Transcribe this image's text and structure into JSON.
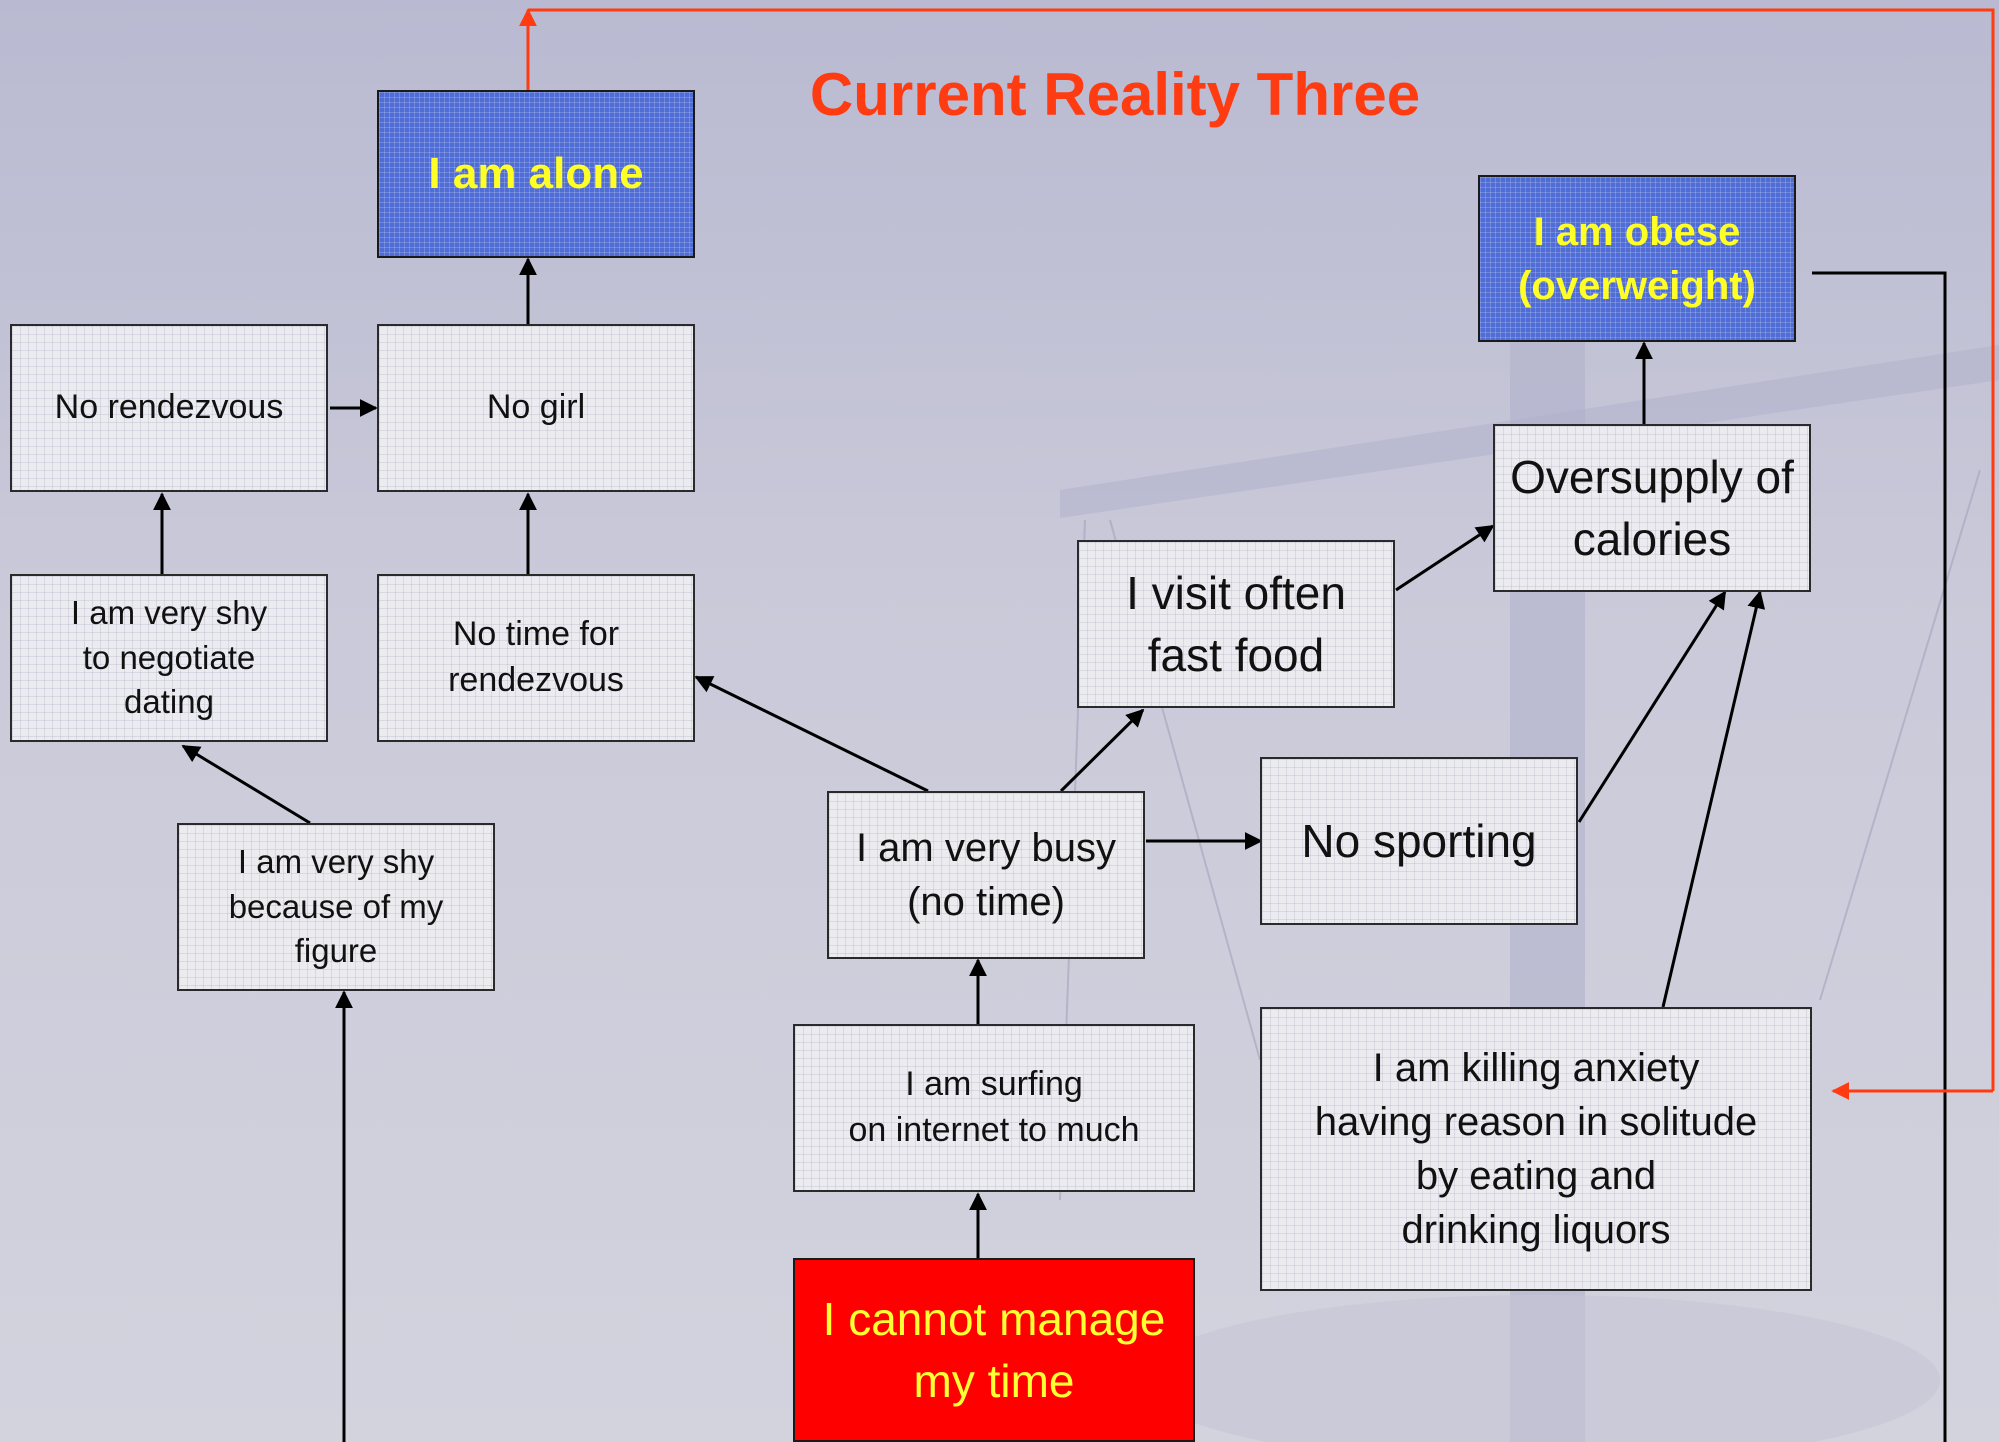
{
  "title": "Current Reality Three",
  "colors": {
    "title": "#ff3b12",
    "root_box": "#ff0000",
    "effect_box": "#4f6dd4",
    "feedback_arrow": "#ff3b12"
  },
  "nodes": {
    "alone": "I am alone",
    "obese": "I am obese\n(overweight)",
    "no_rendezvous": "No rendezvous",
    "no_girl": "No girl",
    "oversupply": "Oversupply of\ncalories",
    "fast_food": "I visit often\nfast food",
    "shy_dating": "I am very shy\nto negotiate\ndating",
    "no_time_rendezvous": "No time for\nrendezvous",
    "no_sporting": "No sporting",
    "busy": "I am very busy\n(no time)",
    "shy_figure": "I am very shy\nbecause of my\nfigure",
    "surfing": "I  am surfing\non internet  to much",
    "killing_anxiety": "I am killing anxiety\nhaving reason in solitude\nby eating and\ndrinking liquors",
    "cannot_manage": "I cannot manage\nmy time"
  }
}
